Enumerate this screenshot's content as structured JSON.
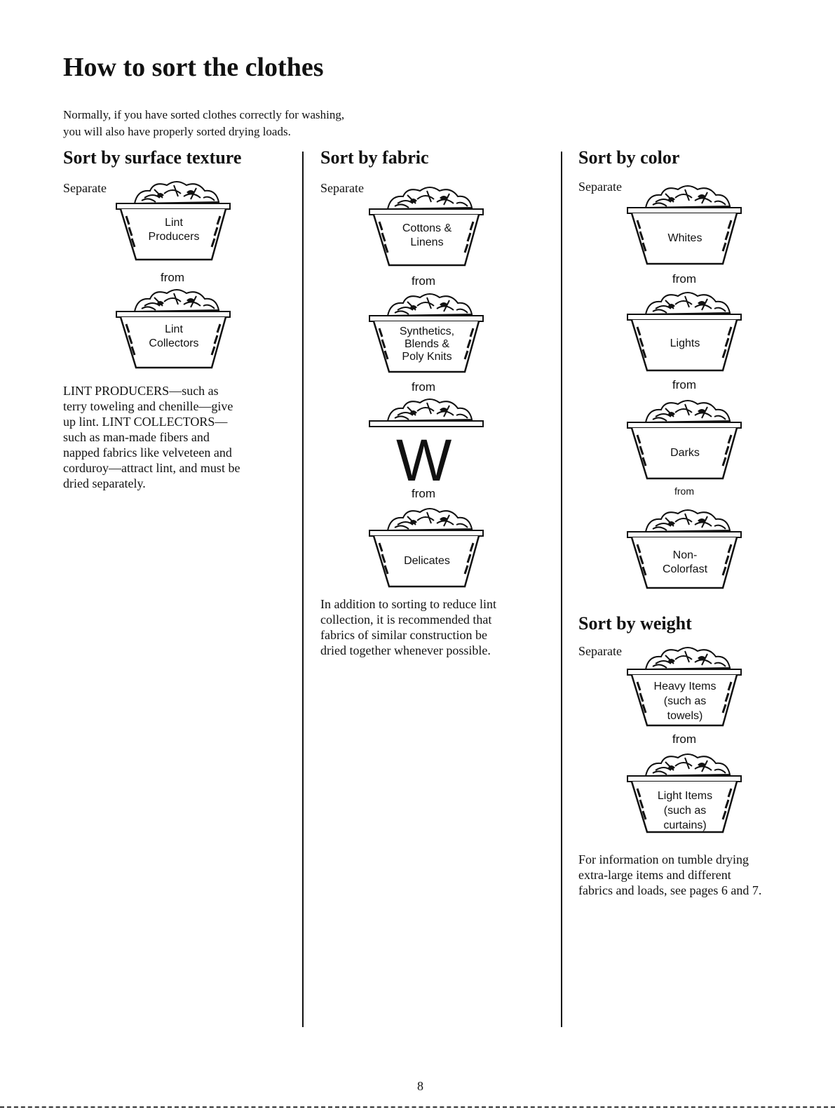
{
  "title": "How to sort the clothes",
  "intro": [
    "Normally, if you have sorted clothes correctly for washing,",
    "you will also have properly sorted drying loads."
  ],
  "separate_label": "Separate",
  "from_label": "from",
  "columns": {
    "texture": {
      "heading": "Sort by surface texture",
      "baskets": [
        [
          "Lint",
          "Producers"
        ],
        [
          "Lint",
          "Collectors"
        ]
      ],
      "text": [
        "LINT PRODUCERS—such as",
        "terry toweling and chenille—give",
        "up lint. LINT COLLECTORS—",
        "such as man-made fibers and",
        "napped fabrics like velveteen and",
        "corduroy—attract lint, and must be",
        "dried separately."
      ]
    },
    "fabric": {
      "heading": "Sort by fabric",
      "baskets": [
        [
          "Cottons &",
          "Linens"
        ],
        [
          "Synthetics,",
          "Blends &",
          "Poly Knits"
        ],
        [
          "W"
        ],
        [
          "Delicates"
        ]
      ],
      "text": [
        "In addition to sorting to reduce lint",
        "collection, it is recommended that",
        "fabrics of similar construction be",
        "dried together whenever possible."
      ]
    },
    "color": {
      "heading": "Sort by color",
      "baskets": [
        [
          "Whites"
        ],
        [
          "Lights"
        ],
        [
          "Darks"
        ],
        [
          "Non-",
          "Colorfast"
        ]
      ]
    },
    "weight": {
      "heading": "Sort by weight",
      "baskets": [
        [
          "Heavy Items",
          "(such as",
          "towels)"
        ],
        [
          "Light Items",
          "(such as",
          "curtains)"
        ]
      ],
      "text": [
        "For information on tumble drying",
        "extra-large items and different",
        "fabrics and loads, see pages 6 and 7."
      ]
    }
  },
  "page_number": "8"
}
